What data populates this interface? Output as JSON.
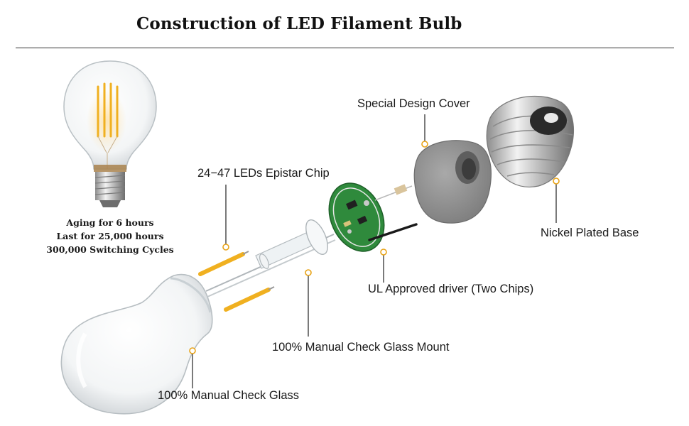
{
  "title": "Construction of LED Filament Bulb",
  "specs": [
    "Aging for 6 hours",
    "Last for 25,000 hours",
    "300,000 Switching Cycles"
  ],
  "labels": {
    "cover": "Special Design Cover",
    "chip": "24−47 LEDs Epistar Chip",
    "base": "Nickel Plated Base",
    "driver": "UL Approved driver (Two Chips)",
    "mount": "100% Manual Check Glass Mount",
    "glass": "100% Manual Check Glass"
  },
  "colors": {
    "marker": "#e8a317",
    "filament": "#f0b020",
    "cover": "#8f8f8f",
    "pcb": "#2f8a3c",
    "leader": "#222222"
  }
}
